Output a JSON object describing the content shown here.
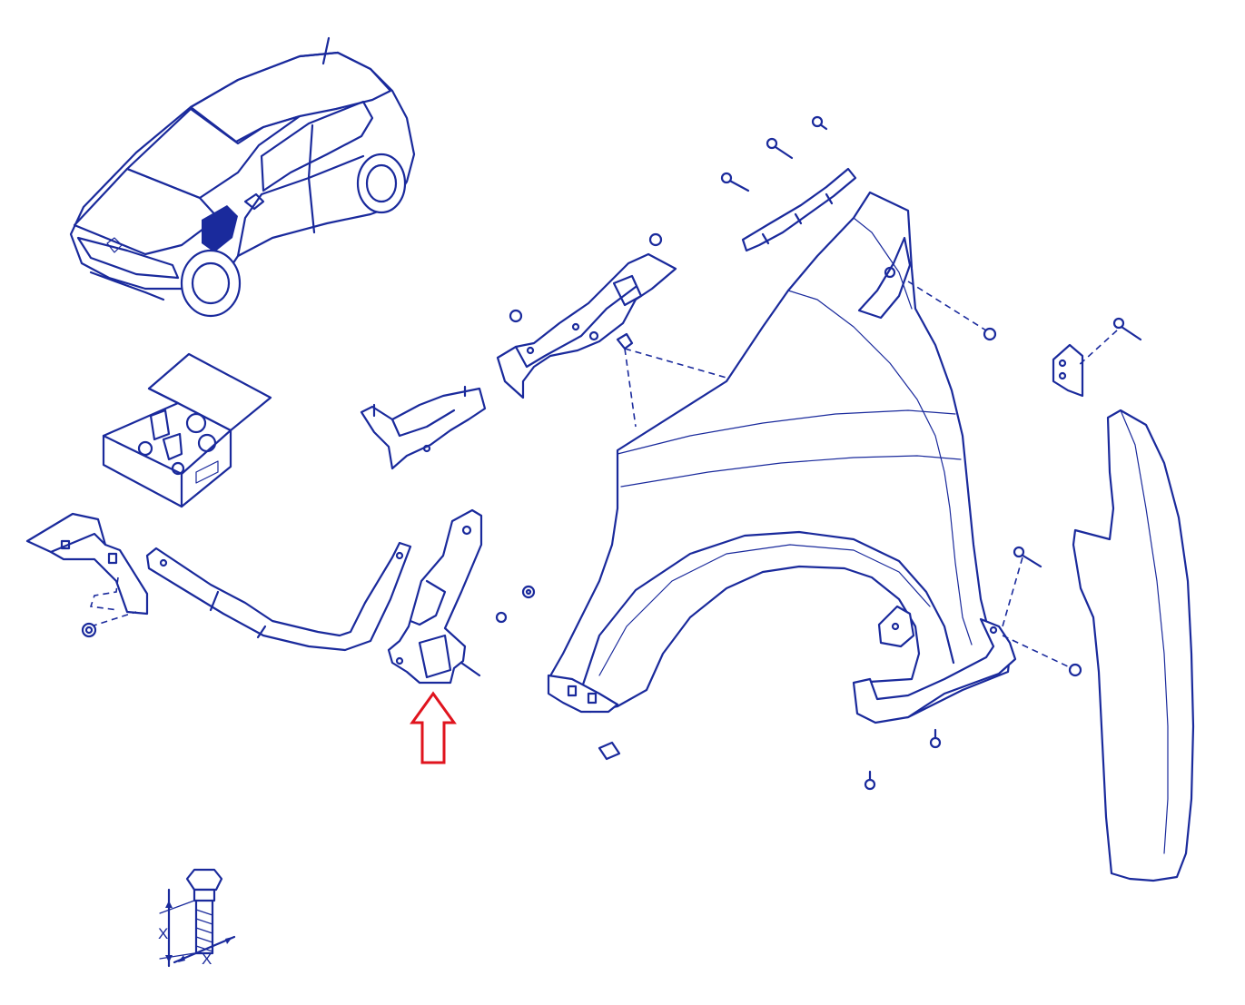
{
  "diagram": {
    "style": "exploded parts view",
    "colors": {
      "line": "#1a2a9c",
      "highlight_arrow": "#e0141e",
      "background": "#ffffff"
    },
    "parts": [
      {
        "id": "vehicle",
        "icon": "hatchback-car-icon"
      },
      {
        "id": "fastener-kit-box",
        "icon": "parts-box-icon"
      },
      {
        "id": "front-wing",
        "icon": "fender-panel-icon"
      },
      {
        "id": "wheel-arch-liner",
        "icon": "liner-icon"
      },
      {
        "id": "upper-wing-bracket",
        "icon": "bracket-icon"
      },
      {
        "id": "wing-support-rail",
        "icon": "bracket-icon"
      },
      {
        "id": "headlamp-bracket",
        "icon": "bracket-icon"
      },
      {
        "id": "lower-bracket-left",
        "icon": "bracket-icon"
      },
      {
        "id": "bumper-guide-strip",
        "icon": "strip-icon"
      },
      {
        "id": "lower-front-wing-bracket",
        "icon": "bracket-icon",
        "highlighted": true
      },
      {
        "id": "rear-corner-bracket",
        "icon": "bracket-icon"
      },
      {
        "id": "sill-extension",
        "icon": "bracket-icon"
      }
    ],
    "dimension_labels": {
      "vertical": "X",
      "horizontal": "X"
    }
  }
}
